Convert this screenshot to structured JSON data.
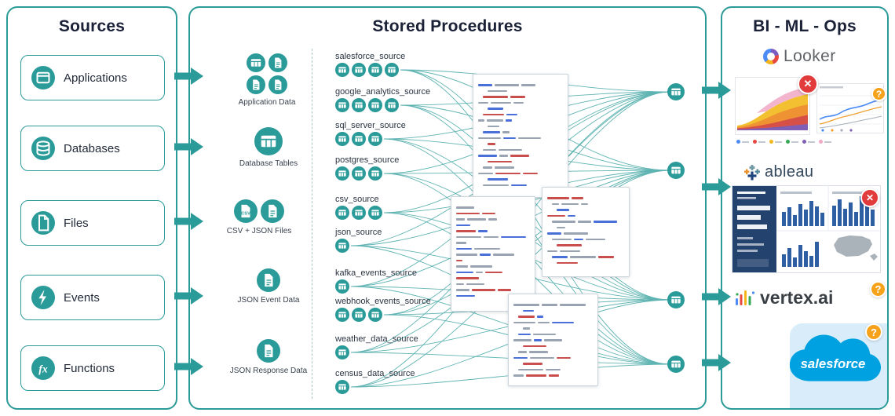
{
  "colors": {
    "teal": "#2a9b99",
    "navy": "#1b2238",
    "error_red": "#e23b3b",
    "warn_orange": "#f7a21b",
    "salesforce_blue": "#00a1e0"
  },
  "badges": {
    "error": "✕",
    "question": "?"
  },
  "icons": {
    "csv_label": "CSV",
    "names": {
      "table": "table-icon",
      "doc": "document-icon",
      "csv": "csv-file-icon"
    }
  },
  "sources_panel": {
    "title": "Sources",
    "items": [
      {
        "label": "Applications",
        "icon": "app-window-icon"
      },
      {
        "label": "Databases",
        "icon": "database-icon"
      },
      {
        "label": "Files",
        "icon": "file-icon"
      },
      {
        "label": "Events",
        "icon": "event-icon"
      },
      {
        "label": "Functions",
        "icon": "function-icon"
      }
    ]
  },
  "procedures_panel": {
    "title": "Stored Procedures",
    "staging": [
      {
        "label": "Application Data",
        "icons": [
          "table",
          "doc",
          "doc",
          "doc"
        ]
      },
      {
        "label": "Database Tables",
        "icons": [
          "table-lg"
        ]
      },
      {
        "label": "CSV + JSON Files",
        "icons": [
          "csv",
          "doc-lg"
        ]
      },
      {
        "label": "JSON Event Data",
        "icons": [
          "doc-lg"
        ]
      },
      {
        "label": "JSON Response Data",
        "icons": [
          "doc-lg"
        ]
      }
    ],
    "source_groups": [
      {
        "name": "salesforce_source",
        "tables": 4
      },
      {
        "name": "google_analytics_source",
        "tables": 4
      },
      {
        "name": "sql_server_source",
        "tables": 3
      },
      {
        "name": "postgres_source",
        "tables": 3
      },
      {
        "name": "csv_source",
        "tables": 3
      },
      {
        "name": "json_source",
        "tables": 1
      },
      {
        "name": "kafka_events_source",
        "tables": 1
      },
      {
        "name": "webhook_events_source",
        "tables": 3
      },
      {
        "name": "weather_data_source",
        "tables": 1
      },
      {
        "name": "census_data_source",
        "tables": 1
      }
    ],
    "output_tables": 4,
    "code_cards": 4
  },
  "bi_panel": {
    "title": "BI - ML - Ops",
    "tools": [
      {
        "name": "Looker",
        "badges": [
          "error",
          "question"
        ]
      },
      {
        "name": "tableau",
        "wordmark": "ableau",
        "badges": [
          "error"
        ]
      },
      {
        "name": "vertex.ai",
        "badges": [
          "question"
        ]
      },
      {
        "name": "salesforce",
        "badges": [
          "question"
        ]
      }
    ]
  }
}
